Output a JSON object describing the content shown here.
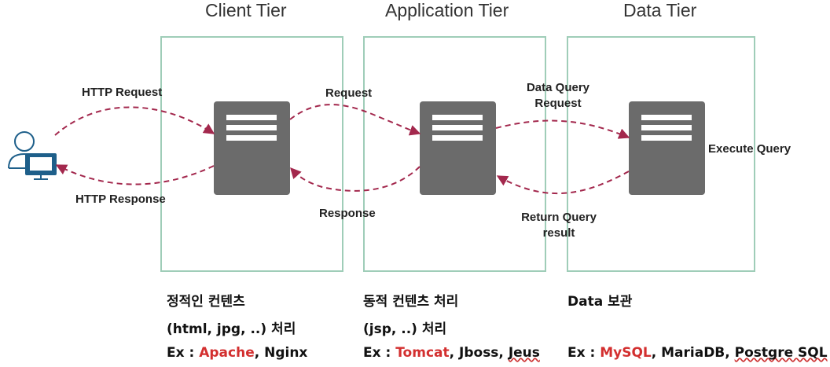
{
  "tiers": {
    "client": {
      "title": "Client Tier",
      "desc_line1": "정적인 컨텐츠",
      "desc_line2": "(html, jpg, ..) 처리",
      "ex_prefix": "Ex : ",
      "ex_highlight": "Apache",
      "ex_rest": ", Nginx"
    },
    "application": {
      "title": "Application Tier",
      "desc_line1": "동적 컨텐츠 처리",
      "desc_line2": "(jsp, ..) 처리",
      "ex_prefix": "Ex : ",
      "ex_highlight": "Tomcat",
      "ex_rest_a": ", Jboss, ",
      "ex_rest_b": "Jeus"
    },
    "data": {
      "title": "Data Tier",
      "desc_line1": "Data 보관",
      "ex_prefix": "Ex : ",
      "ex_highlight": "MySQL",
      "ex_rest_a": ", MariaDB, ",
      "ex_rest_b": "Postgre SQL"
    }
  },
  "arrows": {
    "http_request": "HTTP Request",
    "http_response": "HTTP Response",
    "request": "Request",
    "response": "Response",
    "data_query_request_1": "Data Query",
    "data_query_request_2": "Request",
    "return_query_result_1": "Return Query",
    "return_query_result_2": "result",
    "execute_query": "Execute Query"
  },
  "icons": {
    "user": "user-computer-icon",
    "server": "server-icon"
  },
  "colors": {
    "arrow": "#a3284d",
    "tier_border": "#9fcdb8",
    "server_fill": "#6b6b6b",
    "user_icon": "#1e5f8a",
    "highlight": "#d32f2f"
  }
}
